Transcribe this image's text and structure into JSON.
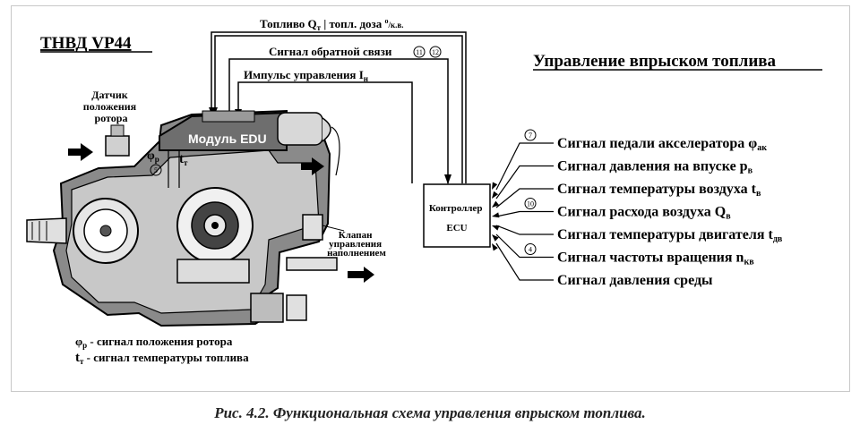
{
  "title": "ТНВД VP44",
  "control_title": "Управление впрыском топлива",
  "top_lines": {
    "fuel_prefix": "Топливо Q",
    "fuel_sub": "т",
    "fuel_suffix": " | топл. доза ",
    "fuel_unit_sup": "o",
    "fuel_unit": "/к.в.",
    "feedback": "Сигнал обратной связи",
    "feedback_num1": "11",
    "feedback_num2": "12",
    "impulse": "Импульс управления I",
    "impulse_sub": "н"
  },
  "sensor_label": [
    "Датчик",
    "положения",
    "ротора"
  ],
  "module_label": "Модуль EDU",
  "phi_label": "φ",
  "phi_sub": "р",
  "phi_num": "5",
  "t_label": "t",
  "t_sub": "т",
  "valve_label": [
    "Клапан",
    "управления",
    "наполнением"
  ],
  "ecu_label": [
    "Контроллер",
    "ECU"
  ],
  "signals": [
    {
      "text": "Сигнал педали акселератора φ",
      "sub": "ак",
      "num": "7"
    },
    {
      "text": "Сигнал давления на впуске p",
      "sub": "в",
      "num": ""
    },
    {
      "text": "Сигнал температуры воздуха t",
      "sub": "в",
      "num": ""
    },
    {
      "text": "Сигнал расхода воздуха Q",
      "sub": "в",
      "num": "10"
    },
    {
      "text": "Сигнал температуры двигателя t",
      "sub": "дв",
      "num": ""
    },
    {
      "text": "Сигнал частоты вращения n",
      "sub": "кв",
      "num": "4"
    },
    {
      "text": "Сигнал давления среды",
      "sub": "",
      "num": ""
    }
  ],
  "legend": [
    {
      "sym": "φ",
      "sub": "р",
      "text": " - сигнал положения ротора"
    },
    {
      "sym": "t",
      "sub": "т",
      "text": " - сигнал температуры топлива"
    }
  ],
  "caption": "Рис. 4.2. Функциональная схема управления впрыском топлива."
}
